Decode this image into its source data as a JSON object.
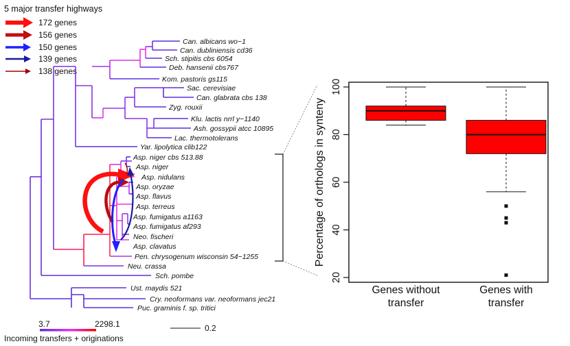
{
  "tree": {
    "legend_title": "5 major transfer highways",
    "highways": [
      {
        "label": "172 genes",
        "color": "#ff1010"
      },
      {
        "label": "156 genes",
        "color": "#c01010"
      },
      {
        "label": "150 genes",
        "color": "#2020ff"
      },
      {
        "label": "139 genes",
        "color": "#1a1aa0"
      },
      {
        "label": "138 genes",
        "color": "#a00000"
      }
    ],
    "taxa": [
      "Can. albicans wo−1",
      "Can. dubliniensis cd36",
      "Sch. stipitis cbs 6054",
      "Deb. hansenii cbs767",
      "Kom. pastoris gs115",
      "Sac. cerevisiae",
      "Can. glabrata cbs 138",
      "Zyg. rouxii",
      "Klu. lactis nrrl y−1140",
      "Ash. gossypii atcc 10895",
      "Lac. thermotolerans",
      "Yar. lipolytica clib122",
      "Asp. niger cbs 513.88",
      "Asp. niger",
      "Asp. nidulans",
      "Asp. oryzae",
      "Asp. flavus",
      "Asp. terreus",
      "Asp. fumigatus a1163",
      "Asp. fumigatus af293",
      "Neo. fischeri",
      "Asp. clavatus",
      "Pen. chrysogenum wisconsin 54−1255",
      "Neu. crassa",
      "Sch. pombe",
      "Ust. maydis 521",
      "Cry. neoformans var. neoformans jec21",
      "Puc. graminis f. sp. tritici"
    ],
    "color_scale": {
      "min_label": "3.7",
      "max_label": "2298.1",
      "title": "Incoming transfers + originations",
      "low_color": "#5b2ee0",
      "mid_color": "#e633e6",
      "high_color": "#ff0000"
    },
    "scale_bar_label": "0.2"
  },
  "chart_data": {
    "type": "boxplot",
    "categories": [
      "Genes without\ntransfer",
      "Genes with\ntransfer"
    ],
    "category_lines": [
      [
        "Genes without",
        "transfer"
      ],
      [
        "Genes with",
        "transfer"
      ]
    ],
    "ylabel": "Percentage of orthologs in synteny",
    "ylim": [
      18,
      102
    ],
    "yticks": [
      "20",
      "40",
      "60",
      "80",
      "100"
    ],
    "ytick_values": [
      20,
      40,
      60,
      80,
      100
    ],
    "box_color": "#ff0000",
    "series": [
      {
        "min": 84,
        "q1": 86,
        "median": 90,
        "q3": 92,
        "max": 100,
        "outliers": []
      },
      {
        "min": 56,
        "q1": 72,
        "median": 80,
        "q3": 86,
        "max": 100,
        "outliers": [
          21,
          43,
          45,
          50
        ]
      }
    ]
  }
}
